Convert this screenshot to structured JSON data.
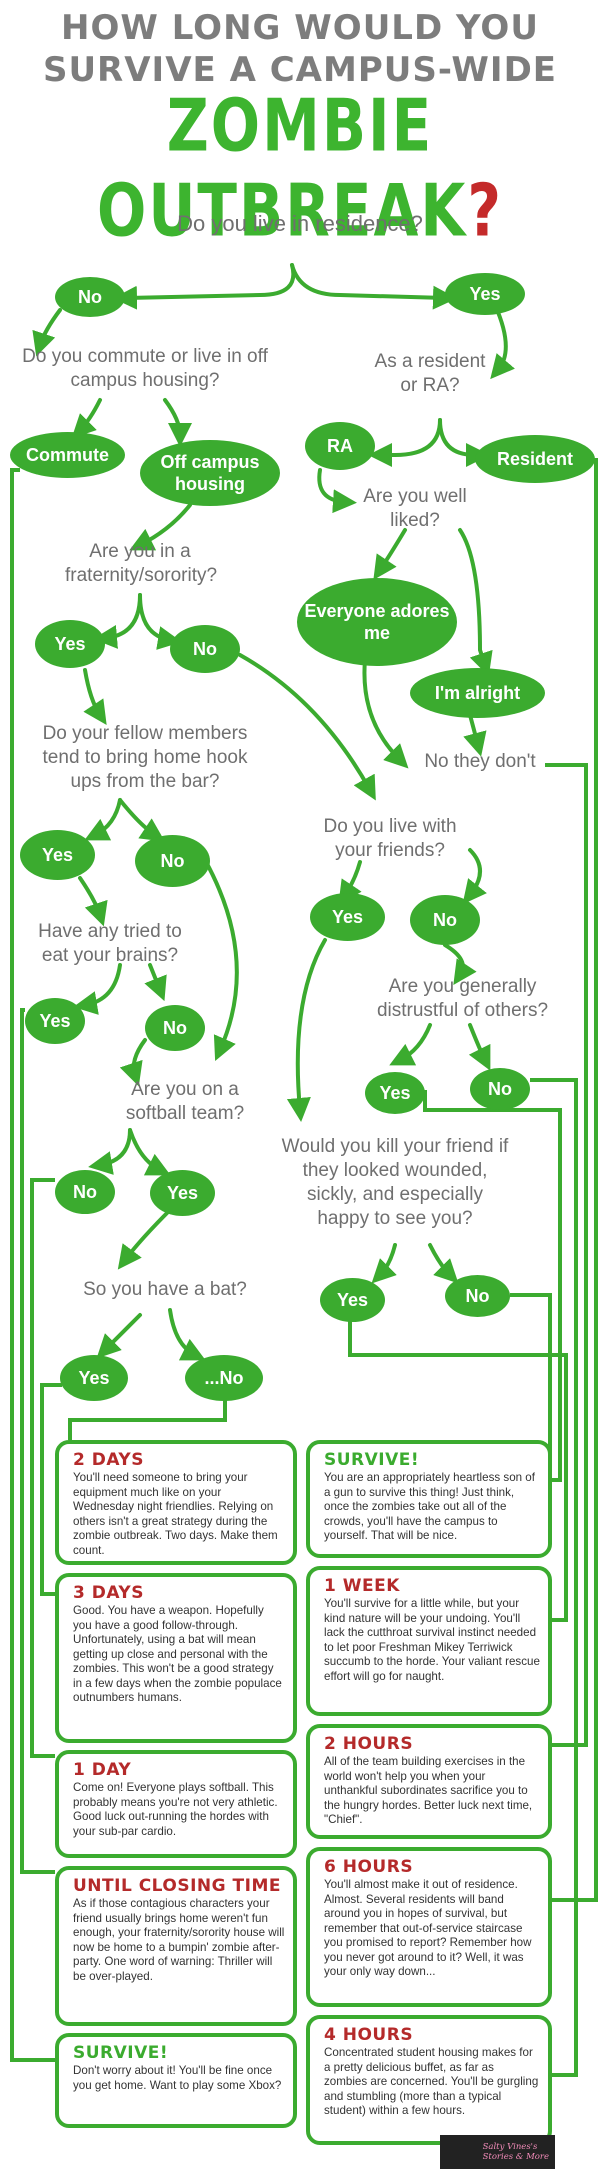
{
  "title": {
    "line1": "HOW LONG WOULD YOU",
    "line2": "SURVIVE A CAMPUS-WIDE",
    "line3": "ZOMBIE OUTBREAK",
    "qmark": "?"
  },
  "colors": {
    "green": "#3bab2f",
    "gray": "#6f6f6f",
    "red": "#b42a2a"
  },
  "questions": {
    "q1": "Do you live in residence?",
    "q2": "Do you commute or live in off campus housing?",
    "q3": "As a resident or RA?",
    "q4": "Are you well liked?",
    "q5": "Are you in a fraternity/sorority?",
    "q6": "Do your fellow members tend to bring home hook ups from the bar?",
    "q7": "Do you live with your friends?",
    "q8": "Have any tried to eat your brains?",
    "q9": "Are you generally distrustful of others?",
    "q10": "Are you on a softball team?",
    "q11": "Would you kill your friend if they looked wounded, sickly, and especially happy to see you?",
    "q12": "So you have a bat?"
  },
  "answers": {
    "no1": "No",
    "yes1": "Yes",
    "commute": "Commute",
    "offcampus": "Off campus housing",
    "ra": "RA",
    "resident": "Resident",
    "everyone": "Everyone adores me",
    "alright": "I'm alright",
    "yes2": "Yes",
    "no2": "No",
    "nothey": "No they don't",
    "yes3": "Yes",
    "no3": "No",
    "yes4": "Yes",
    "no4": "No",
    "yes5": "Yes",
    "no5": "No",
    "yes6": "Yes",
    "no6": "No",
    "no7": "No",
    "yes7": "Yes",
    "yes8": "Yes",
    "no8": "No",
    "yes9": "Yes",
    "no9": "...No"
  },
  "outcomes": {
    "two_days": {
      "title": "2 DAYS",
      "body": "You'll need someone to bring your equipment much like on your Wednesday night friendlies. Relying on others isn't a great strategy during the zombie outbreak. Two days. Make them count."
    },
    "three_days": {
      "title": "3 DAYS",
      "body": "Good. You have a weapon. Hopefully you have a good follow-through. Unfortunately, using a bat will mean getting up close and personal with the zombies. This won't be a good strategy in a few days when the zombie populace outnumbers humans."
    },
    "one_day": {
      "title": "1 DAY",
      "body": "Come on! Everyone plays softball. This probably means you're not very athletic. Good luck out-running the hordes with your sub-par cardio."
    },
    "closing": {
      "title": "UNTIL CLOSING TIME",
      "body": "As if those contagious characters your friend usually brings home weren't fun enough, your fraternity/sorority house will now be home to a bumpin' zombie after-party. One word of warning: Thriller will be over-played."
    },
    "survive_left": {
      "title": "SURVIVE!",
      "body": "Don't worry about it! You'll be fine once you get home. Want to play some Xbox?"
    },
    "survive_right": {
      "title": "SURVIVE!",
      "body": "You are an appropriately heartless son of a gun to survive this thing! Just think, once the zombies take out all of the crowds, you'll have the campus to yourself. That will be nice."
    },
    "one_week": {
      "title": "1 WEEK",
      "body": "You'll survive for a little while, but your kind nature will be your undoing. You'll lack the cutthroat survival instinct needed to let poor Freshman Mikey Terriwick succumb to the horde. Your valiant rescue effort will go for naught."
    },
    "two_hours": {
      "title": "2 HOURS",
      "body": "All of the team building exercises in the world won't help you when your unthankful subordinates sacrifice you to the hungry hordes. Better luck next time, \"Chief\"."
    },
    "six_hours": {
      "title": "6 HOURS",
      "body": "You'll almost make it out of residence. Almost. Several residents will band around you in hopes of survival, but remember that out-of-service staircase you promised to report? Remember how you never got around to it? Well, it was your only way down..."
    },
    "four_hours": {
      "title": "4 HOURS",
      "body": "Concentrated student housing makes for a pretty delicious buffet, as far as zombies are concerned. You'll be gurgling and stumbling (more than a typical student) within a few hours."
    }
  },
  "logo": {
    "line1": "Salty Vines's",
    "line2": "Stories & More"
  }
}
